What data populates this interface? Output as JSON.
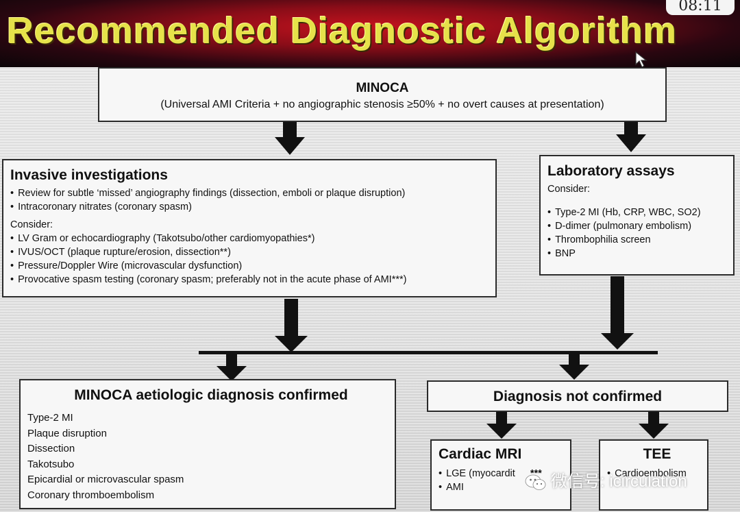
{
  "title": "Recommended Diagnostic Algorithm",
  "timer": "08:11",
  "minoca": {
    "heading": "MINOCA",
    "criteria": "(Universal AMI Criteria +  no angiographic stenosis ≥50% + no overt causes at presentation)"
  },
  "invasive": {
    "heading": "Invasive investigations",
    "items": [
      "Review for subtle ‘missed’ angiography findings  (dissection, emboli or plaque disruption)",
      "Intracoronary nitrates (coronary spasm)"
    ],
    "consider_label": "Consider:",
    "consider_items": [
      "LV Gram  or echocardiography (Takotsubo/other cardiomyopathies*)",
      "IVUS/OCT (plaque rupture/erosion, dissection**)",
      "Pressure/Doppler Wire (microvascular dysfunction)",
      "Provocative spasm testing (coronary spasm; preferably not in the acute phase of AMI***)"
    ]
  },
  "laboratory": {
    "heading": "Laboratory assays",
    "consider_label": "Consider:",
    "items": [
      "Type-2 MI   (Hb, CRP, WBC,  SO2)",
      "D-dimer (pulmonary embolism)",
      "Thrombophilia screen",
      "BNP"
    ]
  },
  "confirmed": {
    "heading": "MINOCA aetiologic diagnosis confirmed",
    "items": [
      "Type-2 MI",
      "Plaque disruption",
      "Dissection",
      "Takotsubo",
      "Epicardial or microvascular spasm",
      "Coronary  thromboembolism"
    ]
  },
  "not_confirmed": {
    "heading": "Diagnosis not confirmed"
  },
  "cardiac_mri": {
    "heading": "Cardiac MRI",
    "items": [
      "LGE (myocardit",
      "AMI"
    ],
    "stars": "***"
  },
  "tee": {
    "heading": "TEE",
    "items": [
      "Cardioembolism"
    ]
  },
  "watermark": "微信号: icirculation"
}
